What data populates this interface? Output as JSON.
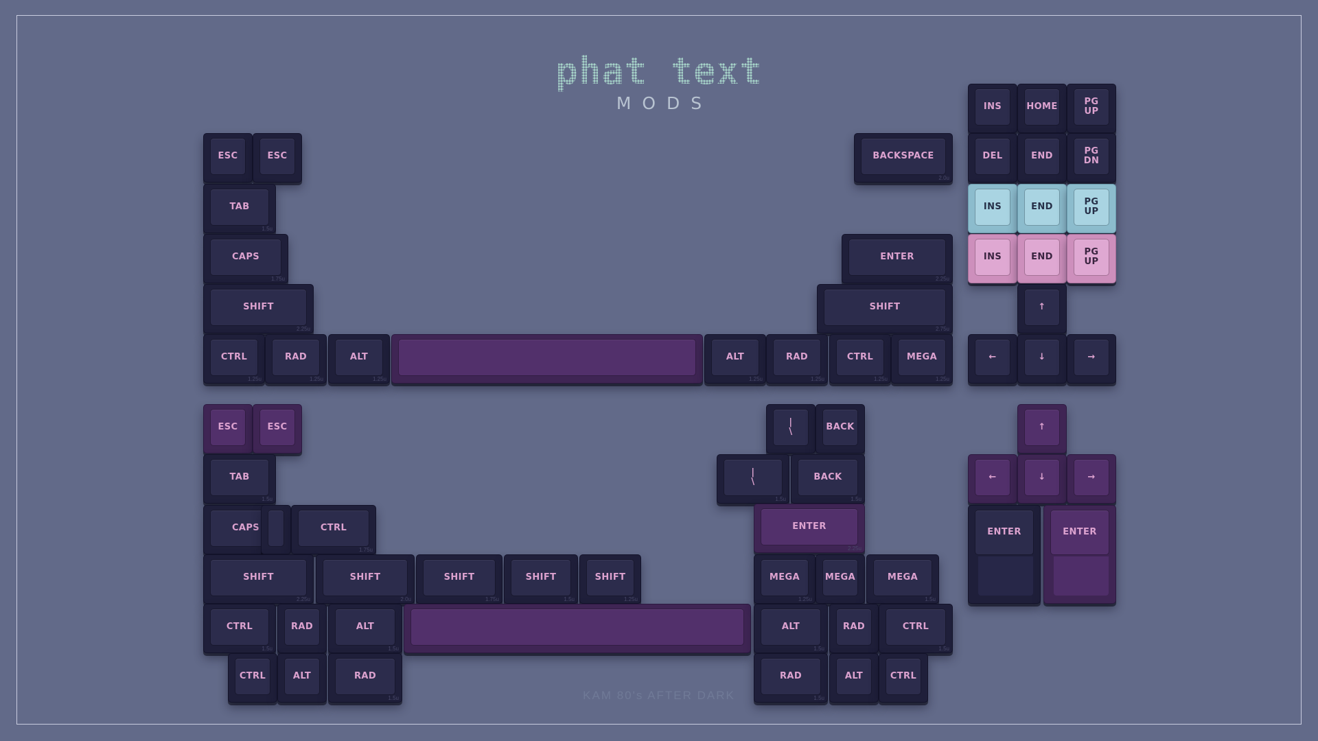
{
  "title": "phat text",
  "subtitle": "MODS",
  "caption": "KAM 80's AFTER DARK",
  "colors": {
    "background": "#626a89",
    "key_dark": "#2c2c4c",
    "key_purple": "#52306b",
    "key_blue": "#a9d4e2",
    "key_pink": "#dfa8d2",
    "legend": "#dca2cf",
    "title_dots": "#a6d3c9"
  },
  "keys": {
    "a1": {
      "label": "ESC"
    },
    "a2": {
      "label": "ESC"
    },
    "a3": {
      "label": "TAB",
      "size": "1.5u"
    },
    "a4": {
      "label": "CAPS",
      "size": "1.75u"
    },
    "a5": {
      "label": "SHIFT",
      "size": "2.25u"
    },
    "a6": {
      "label": "CTRL",
      "size": "1.25u"
    },
    "a7": {
      "label": "RAD",
      "size": "1.25u"
    },
    "a8": {
      "label": "ALT",
      "size": "1.25u"
    },
    "a9": {
      "label": ""
    },
    "a10": {
      "label": "BACKSPACE",
      "size": "2.0u"
    },
    "a11": {
      "label": "ENTER",
      "size": "2.25u"
    },
    "a12": {
      "label": "SHIFT",
      "size": "2.75u"
    },
    "a13": {
      "label": "ALT",
      "size": "1.25u"
    },
    "a14": {
      "label": "RAD",
      "size": "1.25u"
    },
    "a15": {
      "label": "CTRL",
      "size": "1.25u"
    },
    "a16": {
      "label": "MEGA",
      "size": "1.25u"
    },
    "n1": {
      "label": "INS"
    },
    "n2": {
      "label": "HOME"
    },
    "n3": {
      "label": "PG\nUP"
    },
    "n4": {
      "label": "DEL"
    },
    "n5": {
      "label": "END"
    },
    "n6": {
      "label": "PG\nDN"
    },
    "n7": {
      "label": "INS"
    },
    "n8": {
      "label": "END"
    },
    "n9": {
      "label": "PG\nUP"
    },
    "n10": {
      "label": "INS"
    },
    "n11": {
      "label": "END"
    },
    "n12": {
      "label": "PG\nUP"
    },
    "n13": {
      "label": "↑"
    },
    "n14": {
      "label": "←"
    },
    "n15": {
      "label": "↓"
    },
    "n16": {
      "label": "→"
    },
    "b1": {
      "label": "ESC"
    },
    "b2": {
      "label": "ESC"
    },
    "b3": {
      "label": "TAB",
      "size": "1.5u"
    },
    "b4": {
      "label": "CAPS",
      "size": "1.75u"
    },
    "b5": {
      "label": ""
    },
    "b6": {
      "label": "CTRL",
      "size": "1.75u"
    },
    "b7": {
      "label": "SHIFT",
      "size": "2.25u"
    },
    "b8": {
      "label": "SHIFT",
      "size": "2.0u"
    },
    "b9": {
      "label": "SHIFT",
      "size": "1.75u"
    },
    "b10": {
      "label": "SHIFT",
      "size": "1.5u"
    },
    "b11": {
      "label": "SHIFT",
      "size": "1.25u"
    },
    "b12": {
      "label": "CTRL",
      "size": "1.5u"
    },
    "b13": {
      "label": "RAD"
    },
    "b14": {
      "label": "ALT",
      "size": "1.5u"
    },
    "b15": {
      "label": ""
    },
    "b16": {
      "label": "CTRL"
    },
    "b17": {
      "label": "ALT"
    },
    "b18": {
      "label": "RAD",
      "size": "1.5u"
    },
    "c1": {
      "label": "|\n\\"
    },
    "c2": {
      "label": "BACK"
    },
    "c3": {
      "label": "|\n\\",
      "size": "1.5u"
    },
    "c4": {
      "label": "BACK",
      "size": "1.5u"
    },
    "c5": {
      "label": "ENTER",
      "size": "2.25u"
    },
    "c6": {
      "label": "MEGA",
      "size": "1.25u"
    },
    "c7": {
      "label": "MEGA"
    },
    "c8": {
      "label": "MEGA",
      "size": "1.5u"
    },
    "c9": {
      "label": "ALT",
      "size": "1.5u"
    },
    "c10": {
      "label": "RAD"
    },
    "c11": {
      "label": "CTRL",
      "size": "1.5u"
    },
    "c12": {
      "label": "RAD",
      "size": "1.5u"
    },
    "c13": {
      "label": "ALT"
    },
    "c14": {
      "label": "CTRL"
    },
    "d1": {
      "label": "↑"
    },
    "d2": {
      "label": "←"
    },
    "d3": {
      "label": "↓"
    },
    "d4": {
      "label": "→"
    },
    "d5": {
      "label": "ENTER"
    },
    "d6": {
      "label": "ENTER"
    }
  }
}
